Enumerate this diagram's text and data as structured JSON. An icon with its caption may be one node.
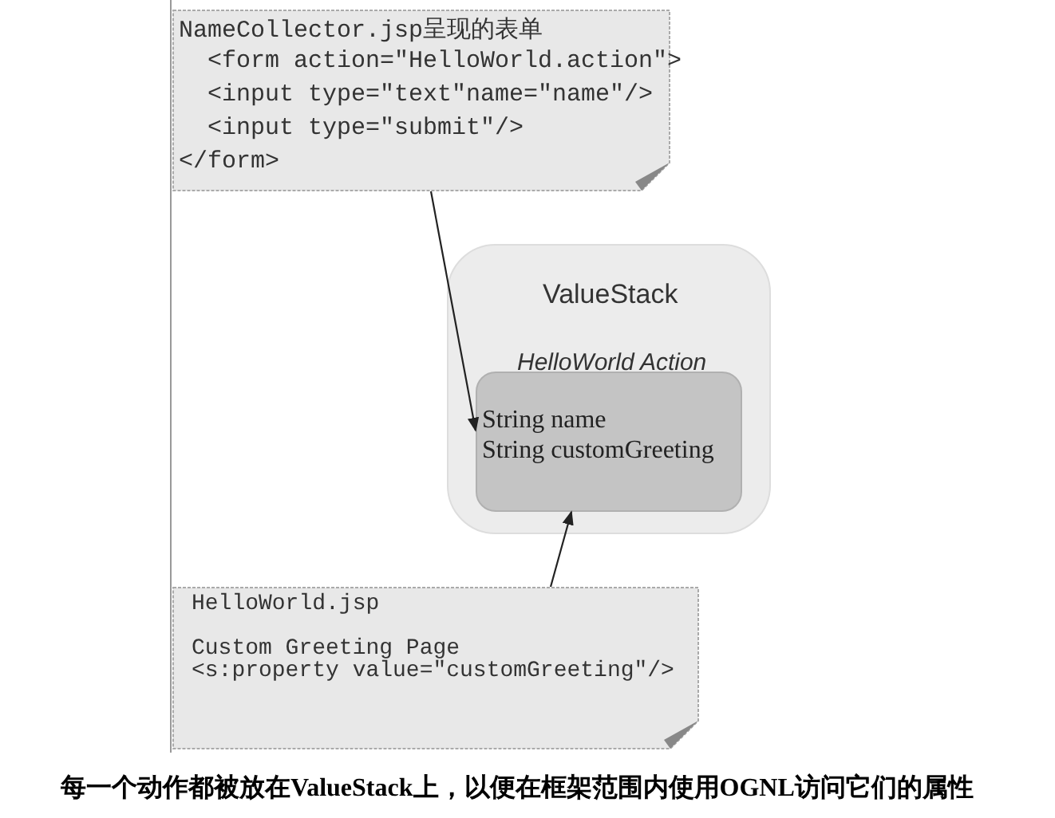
{
  "diagram": {
    "caption": "每一个动作都被放在ValueStack上，以便在框架范围内使用OGNL访问它们的属性",
    "nodes": [
      {
        "text": [
          "NameCollector.jsp呈现的表单",
          "<form action=\"HelloWorld.action\">",
          "<input type=\"text\"name=\"name\"/>",
          "<input type=\"submit\"/>",
          "</form>"
        ]
      },
      {
        "text": [
          "ValueStack"
        ]
      },
      {
        "text": [
          "HelloWorld Action",
          "String name",
          "String customGreeting"
        ],
        "in": 1
      },
      {
        "text": [
          "HelloWorld.jsp",
          "Custom Greeting Page",
          "<s:property value=\"customGreeting\"/>"
        ]
      }
    ],
    "edges": [
      {
        "from": 0,
        "to": 2,
        "arrow": "to"
      },
      {
        "from": 3,
        "to": 2,
        "arrow": "to"
      }
    ]
  }
}
